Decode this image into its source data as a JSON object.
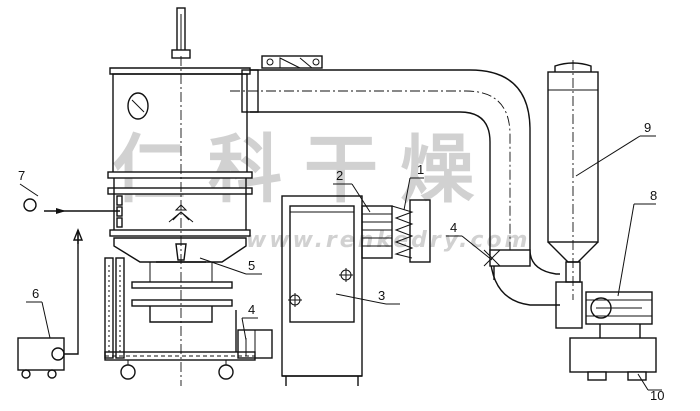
{
  "labels": {
    "l1": "1",
    "l2": "2",
    "l3": "3",
    "l4a": "4",
    "l4b": "4",
    "l5": "5",
    "l6": "6",
    "l7": "7",
    "l8": "8",
    "l9": "9",
    "l10": "10"
  },
  "watermark": {
    "brand": "仁科干燥",
    "url": "www.renkedry.com"
  },
  "colors": {
    "line": "#111111",
    "watermark": "#c9c9c9"
  }
}
